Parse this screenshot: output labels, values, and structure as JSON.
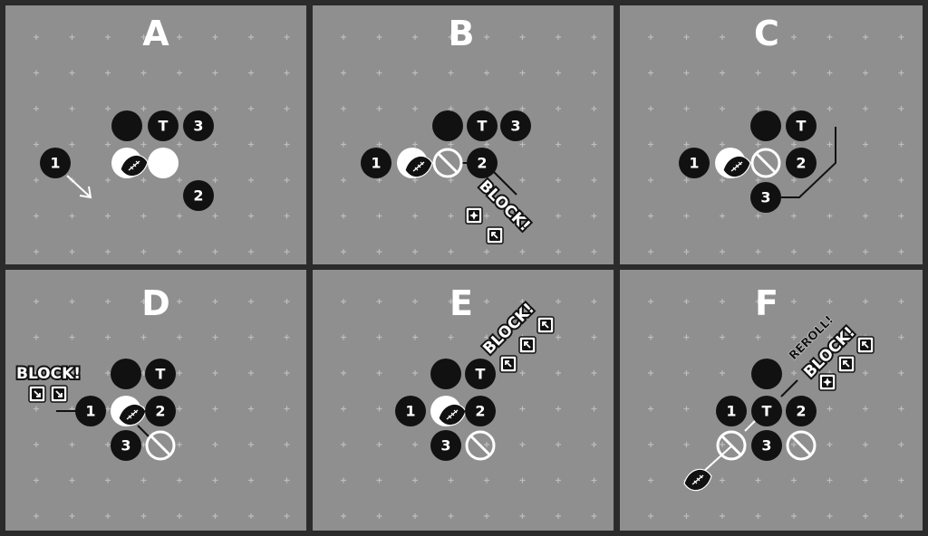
{
  "panels": [
    {
      "letter": "A",
      "pieces": [
        {
          "kind": "black",
          "label": ""
        },
        {
          "kind": "ball-carrier",
          "label": ""
        },
        {
          "kind": "black",
          "label": "T"
        },
        {
          "kind": "white",
          "label": ""
        },
        {
          "kind": "black",
          "label": "3"
        },
        {
          "kind": "black",
          "label": "1"
        },
        {
          "kind": "black",
          "label": "2"
        }
      ]
    },
    {
      "letter": "B",
      "pieces": [
        {
          "kind": "black",
          "label": ""
        },
        {
          "kind": "black",
          "label": "T"
        },
        {
          "kind": "black",
          "label": "3"
        },
        {
          "kind": "black",
          "label": "1"
        },
        {
          "kind": "ball-carrier",
          "label": ""
        },
        {
          "kind": "prone",
          "label": ""
        },
        {
          "kind": "black",
          "label": "2"
        }
      ],
      "callout": {
        "text": "BLOCK!",
        "dice": [
          "pow",
          "defender-down"
        ]
      }
    },
    {
      "letter": "C",
      "pieces": [
        {
          "kind": "black",
          "label": ""
        },
        {
          "kind": "black",
          "label": "T"
        },
        {
          "kind": "black",
          "label": "1"
        },
        {
          "kind": "ball-carrier",
          "label": ""
        },
        {
          "kind": "prone",
          "label": ""
        },
        {
          "kind": "black",
          "label": "2"
        },
        {
          "kind": "black",
          "label": "3"
        }
      ]
    },
    {
      "letter": "D",
      "pieces": [
        {
          "kind": "black",
          "label": ""
        },
        {
          "kind": "black",
          "label": "T"
        },
        {
          "kind": "black",
          "label": "1"
        },
        {
          "kind": "ball-carrier",
          "label": ""
        },
        {
          "kind": "black",
          "label": "2"
        },
        {
          "kind": "black",
          "label": "3"
        },
        {
          "kind": "prone",
          "label": ""
        }
      ],
      "callout": {
        "text": "BLOCK!",
        "dice": [
          "attacker-down",
          "attacker-down"
        ]
      }
    },
    {
      "letter": "E",
      "pieces": [
        {
          "kind": "black",
          "label": ""
        },
        {
          "kind": "black",
          "label": "T"
        },
        {
          "kind": "black",
          "label": "1"
        },
        {
          "kind": "ball-carrier",
          "label": ""
        },
        {
          "kind": "black",
          "label": "2"
        },
        {
          "kind": "black",
          "label": "3"
        },
        {
          "kind": "prone",
          "label": ""
        }
      ],
      "callout": {
        "text": "BLOCK!",
        "dice": [
          "attacker-down",
          "attacker-down",
          "attacker-down"
        ]
      }
    },
    {
      "letter": "F",
      "pieces": [
        {
          "kind": "black",
          "label": ""
        },
        {
          "kind": "black",
          "label": "1"
        },
        {
          "kind": "black",
          "label": "T"
        },
        {
          "kind": "black",
          "label": "2"
        },
        {
          "kind": "prone",
          "label": ""
        },
        {
          "kind": "black",
          "label": "3"
        },
        {
          "kind": "prone",
          "label": ""
        },
        {
          "kind": "ball",
          "label": ""
        }
      ],
      "callout": {
        "text": "BLOCK!",
        "reroll": "REROLL!",
        "dice": [
          "pow",
          "attacker-down",
          "attacker-down"
        ]
      }
    }
  ],
  "colors": {
    "field": "#8f8f8f",
    "frame": "#2b2b2b",
    "team": "#111111",
    "opponent": "#ffffff"
  }
}
